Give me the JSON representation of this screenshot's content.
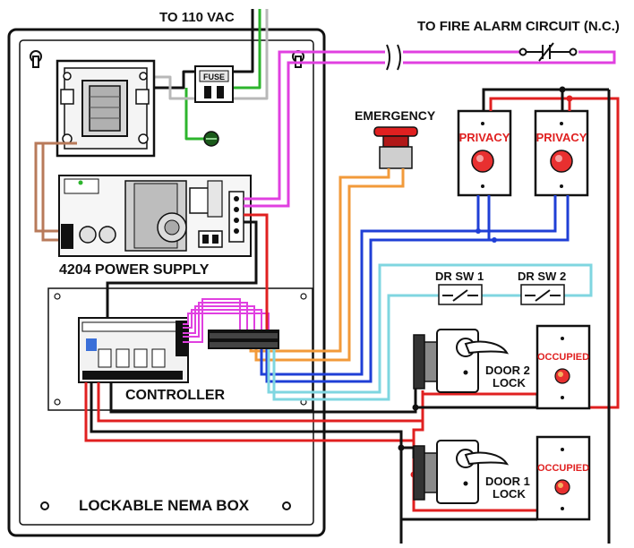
{
  "labels": {
    "power_in": "TO 110 VAC",
    "fire_alarm": "TO FIRE ALARM CIRCUIT (N.C.)",
    "fuse": "FUSE",
    "emergency": "EMERGENCY",
    "privacy_1": "PRIVACY",
    "privacy_2": "PRIVACY",
    "power_supply": "4204 POWER SUPPLY",
    "dr_sw_1": "DR SW 1",
    "dr_sw_2": "DR SW 2",
    "controller": "CONTROLLER",
    "door2_lock_line1": "DOOR 2",
    "door2_lock_line2": "LOCK",
    "door1_lock_line1": "DOOR 1",
    "door1_lock_line2": "LOCK",
    "occupied_2": "OCCUPIED",
    "occupied_1": "OCCUPIED",
    "enclosure": "LOCKABLE NEMA BOX"
  },
  "colors": {
    "power_ground": "#2db52d",
    "power_neutral": "#b8b8b8",
    "fire_alarm_loop": "#e040e0",
    "emergency_wires": "#f29a3a",
    "privacy_wires": "#1f3fd6",
    "door_switch_loop": "#7fd6e0",
    "positive": "#e02020",
    "negative": "#111111",
    "transformer_leads": "#b87a5a",
    "indicator": "#e02020"
  }
}
